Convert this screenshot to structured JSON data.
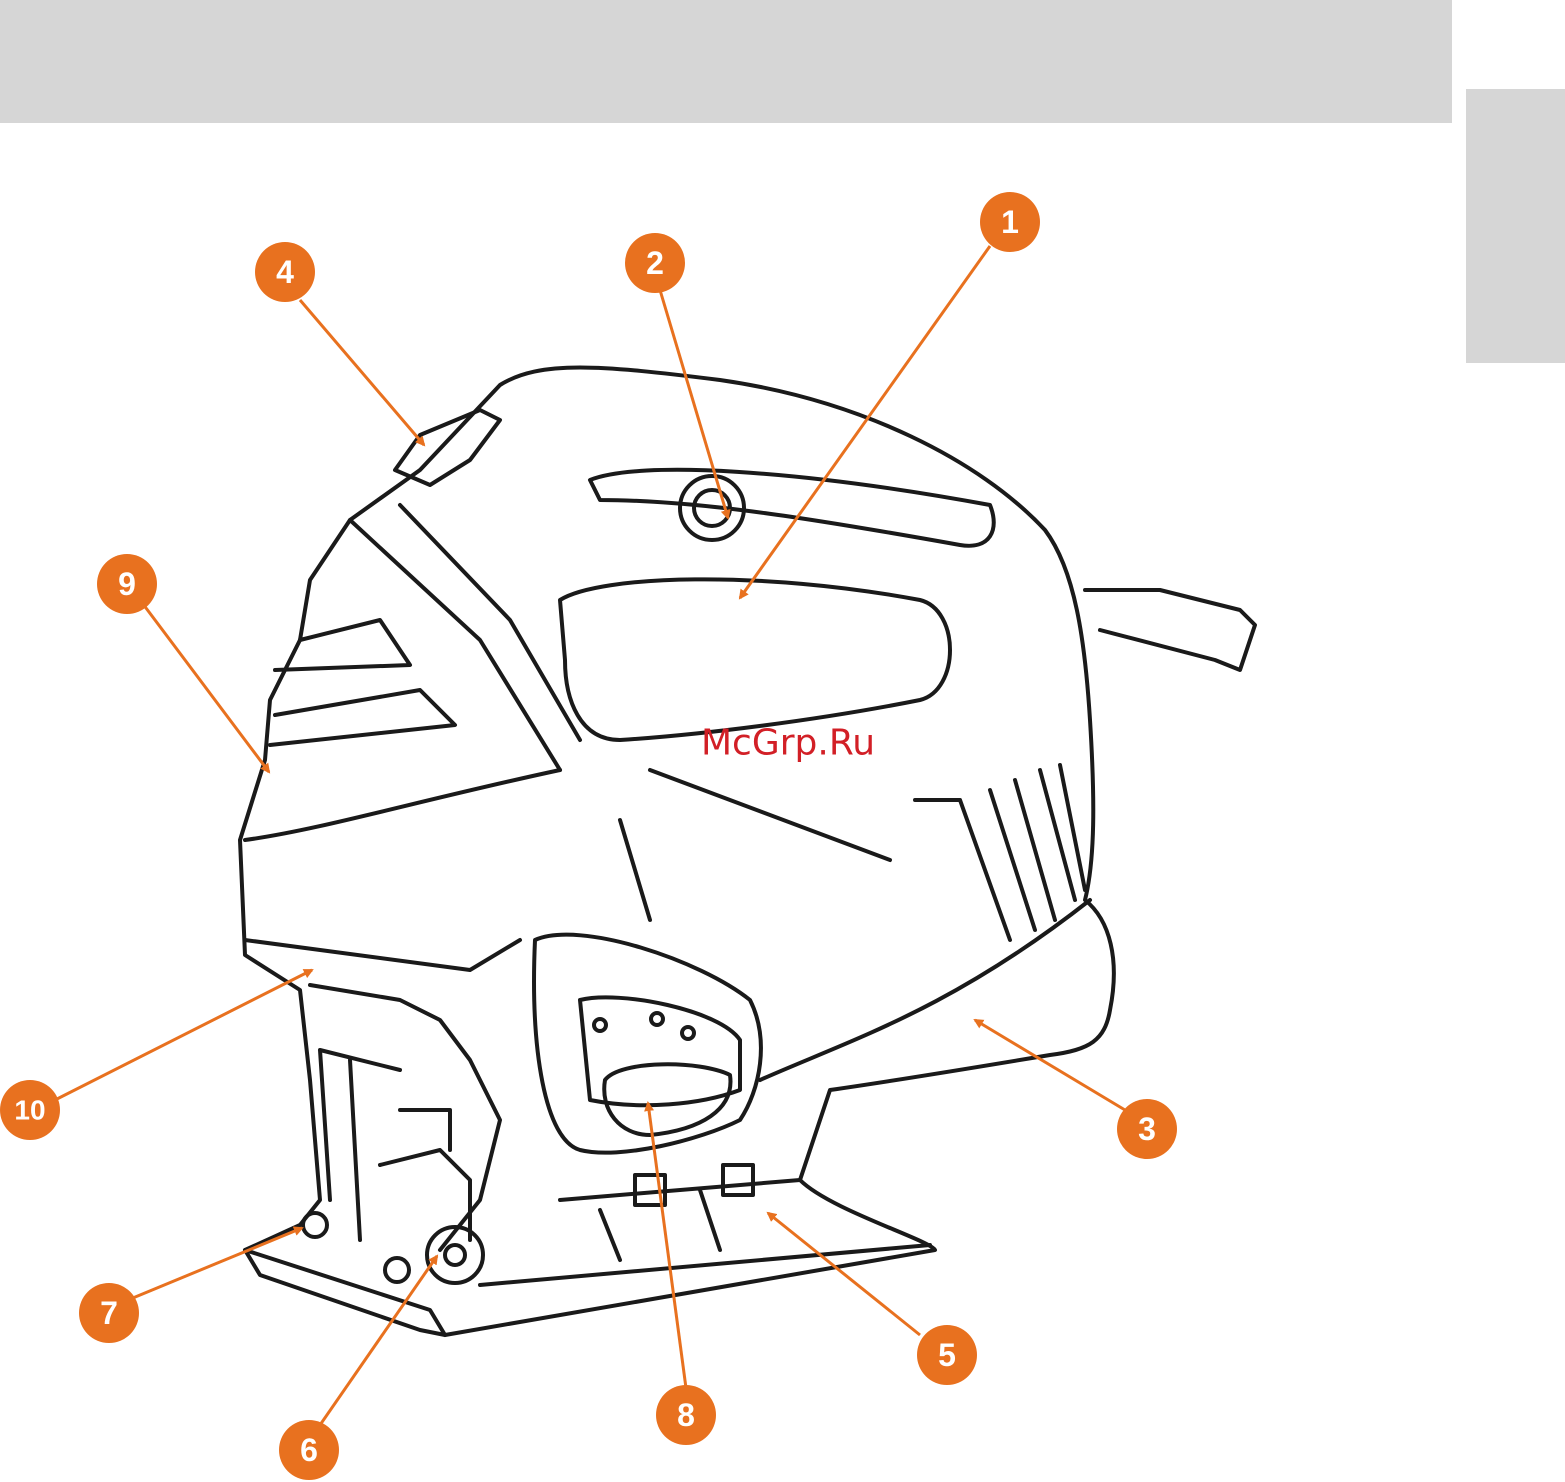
{
  "colors": {
    "callout": "#e8711f",
    "band": "#d6d6d6",
    "outline": "#1a1a1a",
    "watermark": "#d21f26"
  },
  "watermark": "McGrp.Ru",
  "callouts": [
    {
      "id": "c1",
      "label": "1"
    },
    {
      "id": "c2",
      "label": "2"
    },
    {
      "id": "c3",
      "label": "3"
    },
    {
      "id": "c4",
      "label": "4"
    },
    {
      "id": "c5",
      "label": "5"
    },
    {
      "id": "c6",
      "label": "6"
    },
    {
      "id": "c7",
      "label": "7"
    },
    {
      "id": "c8",
      "label": "8"
    },
    {
      "id": "c9",
      "label": "9"
    },
    {
      "id": "c10",
      "label": "10"
    }
  ]
}
